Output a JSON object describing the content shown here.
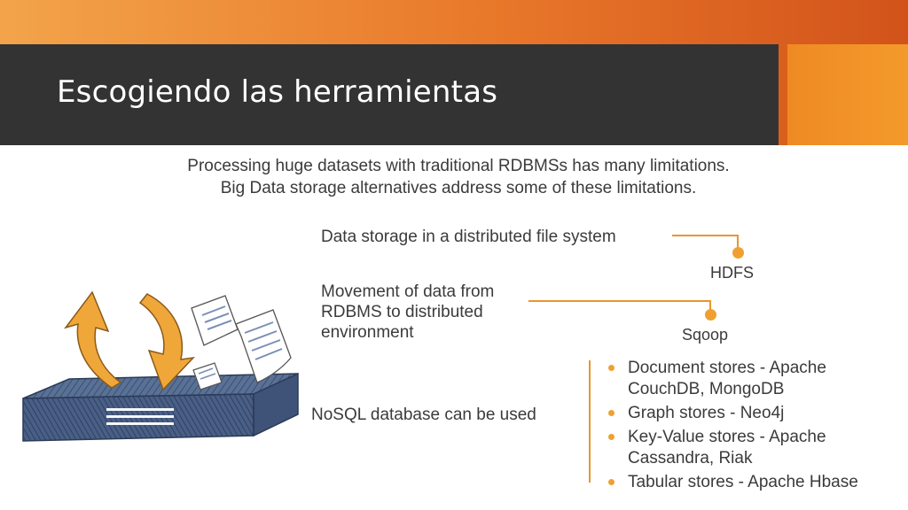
{
  "slide": {
    "title": "Escogiendo las herramientas"
  },
  "intro": {
    "line1": "Processing huge datasets with traditional RDBMSs has many limitations.",
    "line2": "Big Data storage alternatives address some of these limitations."
  },
  "items": [
    {
      "label_lines": [
        "Data storage in a distributed file system"
      ],
      "tool": "HDFS"
    },
    {
      "label_lines": [
        "Movement of data from",
        "RDBMS to distributed",
        "environment"
      ],
      "tool": "Sqoop"
    },
    {
      "label_lines": [
        "NoSQL database can be used"
      ]
    }
  ],
  "nosql_options": [
    [
      "Document stores - Apache",
      "CouchDB, MongoDB"
    ],
    [
      "Graph stores - Neo4j"
    ],
    [
      "Key-Value stores - Apache",
      "Cassandra, Riak"
    ],
    [
      "Tabular stores - Apache Hbase"
    ]
  ],
  "colors": {
    "title_bar": "#333333",
    "accent_orange": "#f0a030",
    "top_bar_gradient": [
      "#f3a44a",
      "#d2531a"
    ]
  },
  "illustration": {
    "icon_names": [
      "server-icon",
      "sync-arrows-icon",
      "documents-icon"
    ]
  }
}
